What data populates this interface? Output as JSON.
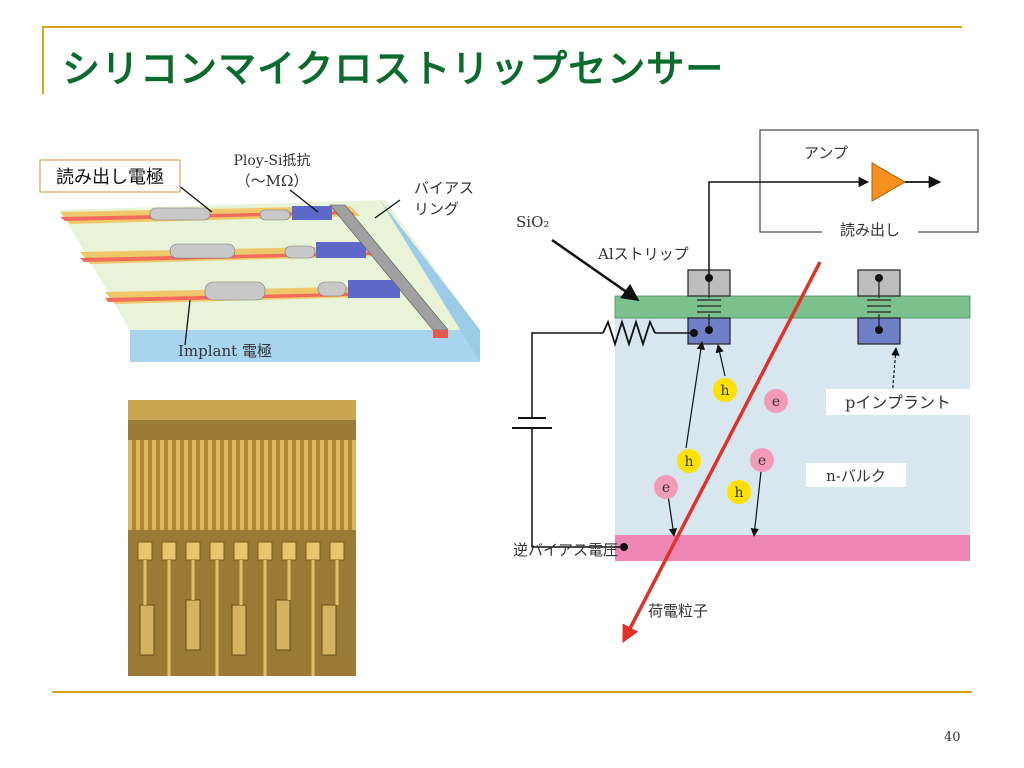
{
  "title": "シリコンマイクロストリップセンサー",
  "page_number": "40",
  "left_diagram": {
    "readout_electrode": "読み出し電極",
    "poly_si_resistor": "Ploy-Si抵抗",
    "resistance": "（～MΩ）",
    "bias_ring_line1": "バイアス",
    "bias_ring_line2": "リング",
    "implant_electrode": "Implant 電極"
  },
  "cross_section": {
    "amp": "アンプ",
    "readout": "読み出し",
    "sio2": "SiO₂",
    "al_strip": "Alストリップ",
    "p_implant": "pインプラント",
    "n_bulk": "n-バルク",
    "reverse_bias": "逆バイアス電圧",
    "charged_particle": "荷電粒子",
    "hole": "h",
    "electron": "e"
  },
  "colors": {
    "title": "#0b6b2c",
    "rule": "#d9a41c",
    "oxide": "#7cc08e",
    "bulk": "#d8e6f0",
    "backplane": "#ee86b4",
    "implant": "#6f7fc8",
    "amp": "#f5901e",
    "track": "#e03228",
    "hole": "#ffe100",
    "electron": "#f29ab7"
  }
}
